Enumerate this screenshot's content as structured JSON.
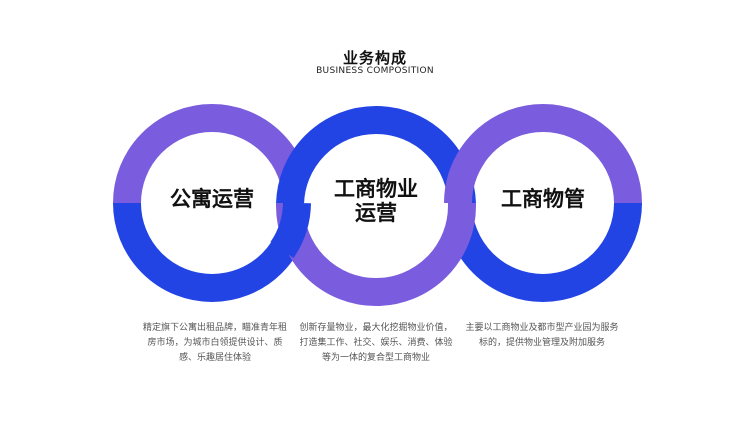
{
  "header": {
    "title": "业务构成",
    "subtitle": "BUSINESS COMPOSITION"
  },
  "colors": {
    "purple": "#7a5cde",
    "blue": "#2244e4"
  },
  "segments": [
    {
      "name_line1": "公寓运营",
      "name_line2": "",
      "description_lines": [
        "精定旗下公寓出租品牌，瞄准青年租",
        "房市场，为城市白领提供设计、质",
        "感、乐趣居住体验"
      ]
    },
    {
      "name_line1": "工商物业",
      "name_line2": "运营",
      "description_lines": [
        "创新存量物业，最大化挖掘物业价值，",
        "打造集工作、社交、娱乐、消费、体验",
        "等为一体的复合型工商物业"
      ]
    },
    {
      "name_line1": "工商物管",
      "name_line2": "",
      "description_lines": [
        "主要以工商物业及都市型产业园为服务",
        "标的，提供物业管理及附加服务"
      ]
    }
  ]
}
